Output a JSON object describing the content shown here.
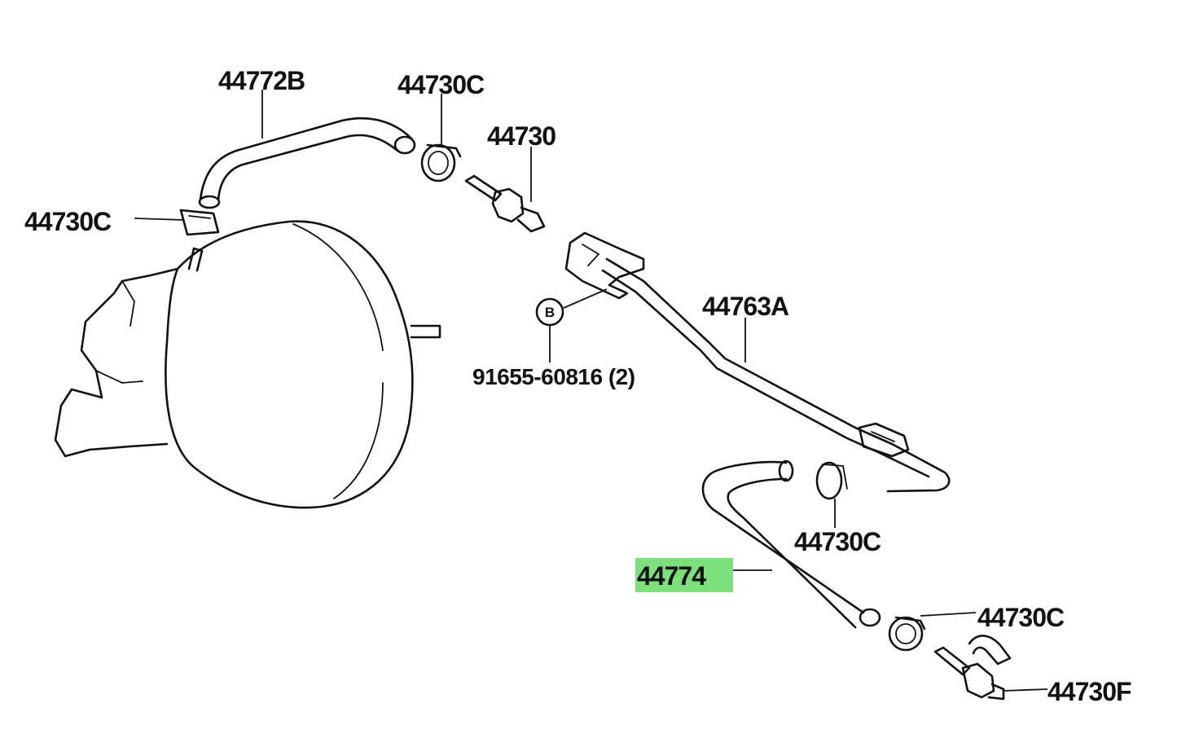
{
  "highlight_color": "#7be07b",
  "labels": {
    "hose_upper": "44772B",
    "clamp_top": "44730C",
    "valve_top": "44730",
    "clamp_left": "44730C",
    "pipe": "44763A",
    "bolt": "91655-60816 (2)",
    "bolt_marker": "B",
    "clamp_mid": "44730C",
    "hose_lower": "44774",
    "clamp_lower": "44730C",
    "valve_lower": "44730F"
  }
}
